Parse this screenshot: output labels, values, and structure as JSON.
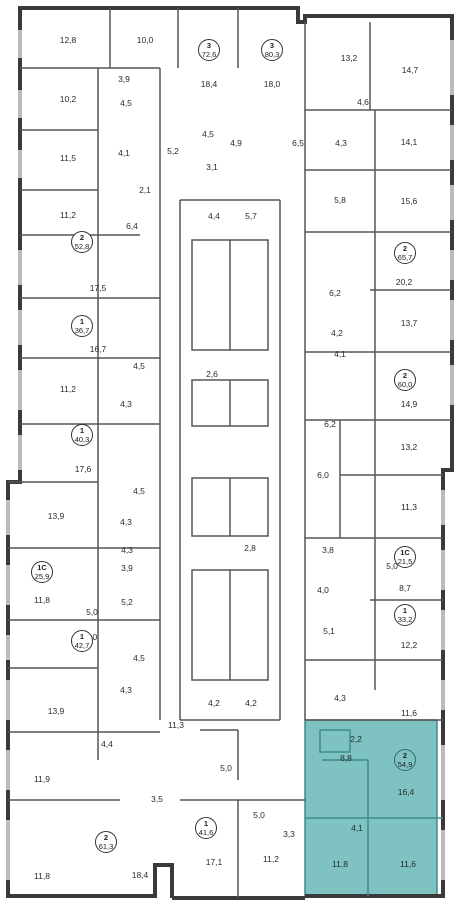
{
  "colors": {
    "wall": "#3a3a3a",
    "selected_fill": "#7ec2c2",
    "selected_stroke": "#3f8a8a",
    "grid": "#9a9a9a"
  },
  "areas": [
    "12,8",
    "10,0",
    "18,4",
    "18,0",
    "13,2",
    "14,7",
    "3,9",
    "4,6",
    "10,2",
    "4,5",
    "4,1",
    "4,5",
    "4,9",
    "5,2",
    "6,5",
    "4,3",
    "14,1",
    "11,5",
    "3,1",
    "2,1",
    "11,2",
    "6,4",
    "4,4",
    "5,7",
    "5,8",
    "15,6",
    "17,5",
    "20,2",
    "6,2",
    "16,7",
    "4,2",
    "13,7",
    "4,5",
    "2,6",
    "4,1",
    "11,2",
    "4,3",
    "14,9",
    "6,2",
    "13,2",
    "17,6",
    "6,0",
    "4,5",
    "11,3",
    "13,9",
    "4,3",
    "4,3",
    "3,9",
    "3,8",
    "5,0",
    "11,8",
    "5,0",
    "5,2",
    "2,8",
    "4,0",
    "8,7",
    "12,2",
    "20,0",
    "5,1",
    "4,5",
    "13,9",
    "4,3",
    "4,2",
    "4,2",
    "4,3",
    "11,6",
    "11,3",
    "2,2",
    "4,4",
    "5,0",
    "8,8",
    "11,9",
    "3,5",
    "5,0",
    "3,3",
    "16,4",
    "4,1",
    "11,8",
    "18,4",
    "17,1",
    "11,2",
    "11,8",
    "11,6"
  ],
  "apartments": [
    {
      "rooms": "3",
      "area": "72,6"
    },
    {
      "rooms": "3",
      "area": "80,3"
    },
    {
      "rooms": "2",
      "area": "52,8"
    },
    {
      "rooms": "2",
      "area": "65,7"
    },
    {
      "rooms": "1",
      "area": "36,7"
    },
    {
      "rooms": "2",
      "area": "60,0"
    },
    {
      "rooms": "1",
      "area": "40,3"
    },
    {
      "rooms": "1С",
      "area": "25,9"
    },
    {
      "rooms": "1С",
      "area": "21,5"
    },
    {
      "rooms": "1",
      "area": "33,2"
    },
    {
      "rooms": "1",
      "area": "42,7"
    },
    {
      "rooms": "2",
      "area": "54,9",
      "selected": true
    },
    {
      "rooms": "1",
      "area": "41,6"
    },
    {
      "rooms": "2",
      "area": "61,3"
    }
  ]
}
